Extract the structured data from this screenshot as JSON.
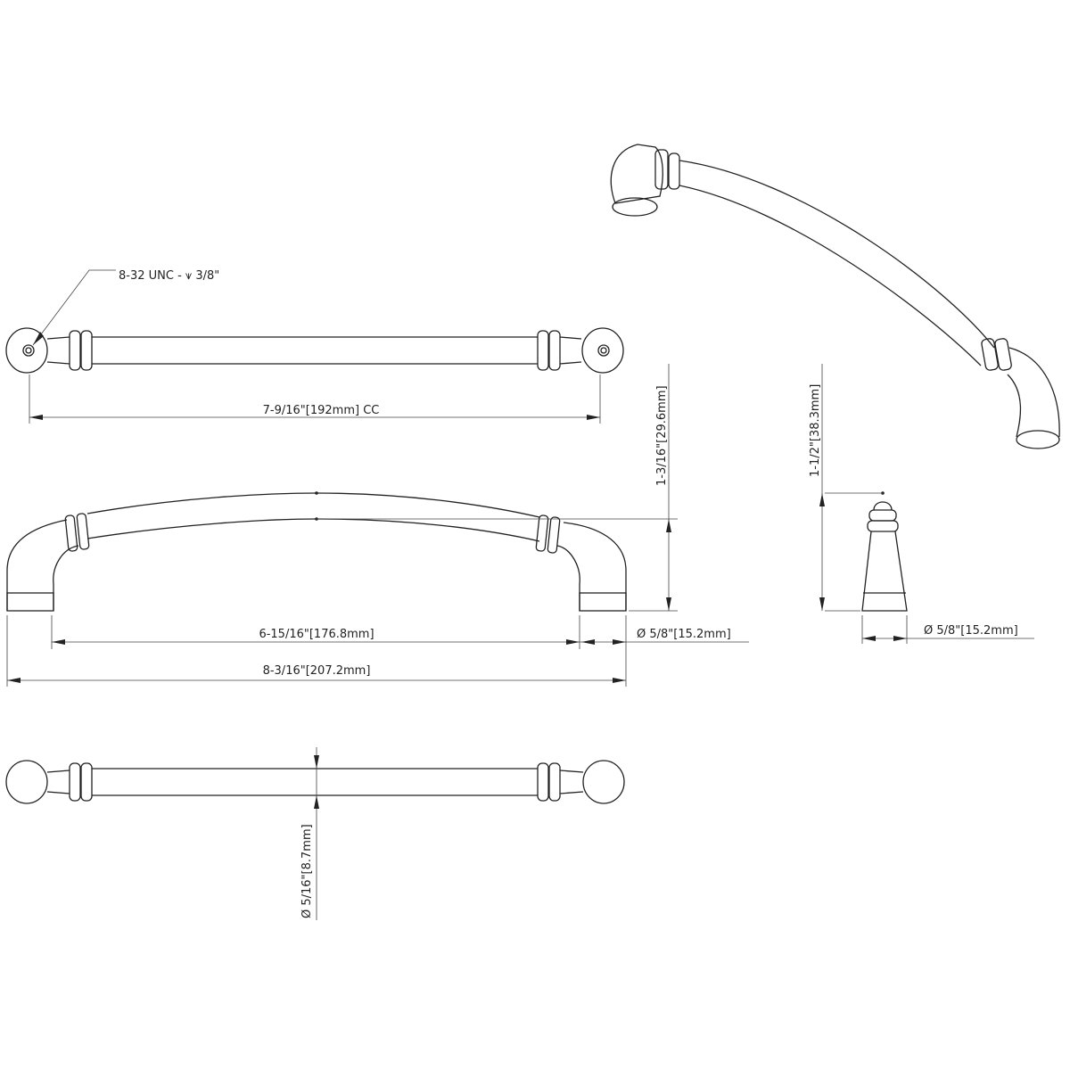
{
  "drawing": {
    "thread_callout": "8-32 UNC - ⩛ 3/8\"",
    "center_to_center": "7-9/16\"[192mm] CC",
    "inner_length": "6-15/16\"[176.8mm]",
    "overall_length": "8-3/16\"[207.2mm]",
    "foot_diameter_front": "Ø 5/8\"[15.2mm]",
    "projection_front": "1-3/16\"[29.6mm]",
    "projection_side": "1-1/2\"[38.3mm]",
    "foot_diameter_side": "Ø 5/8\"[15.2mm]",
    "bar_diameter": "Ø 5/16\"[8.7mm]"
  }
}
